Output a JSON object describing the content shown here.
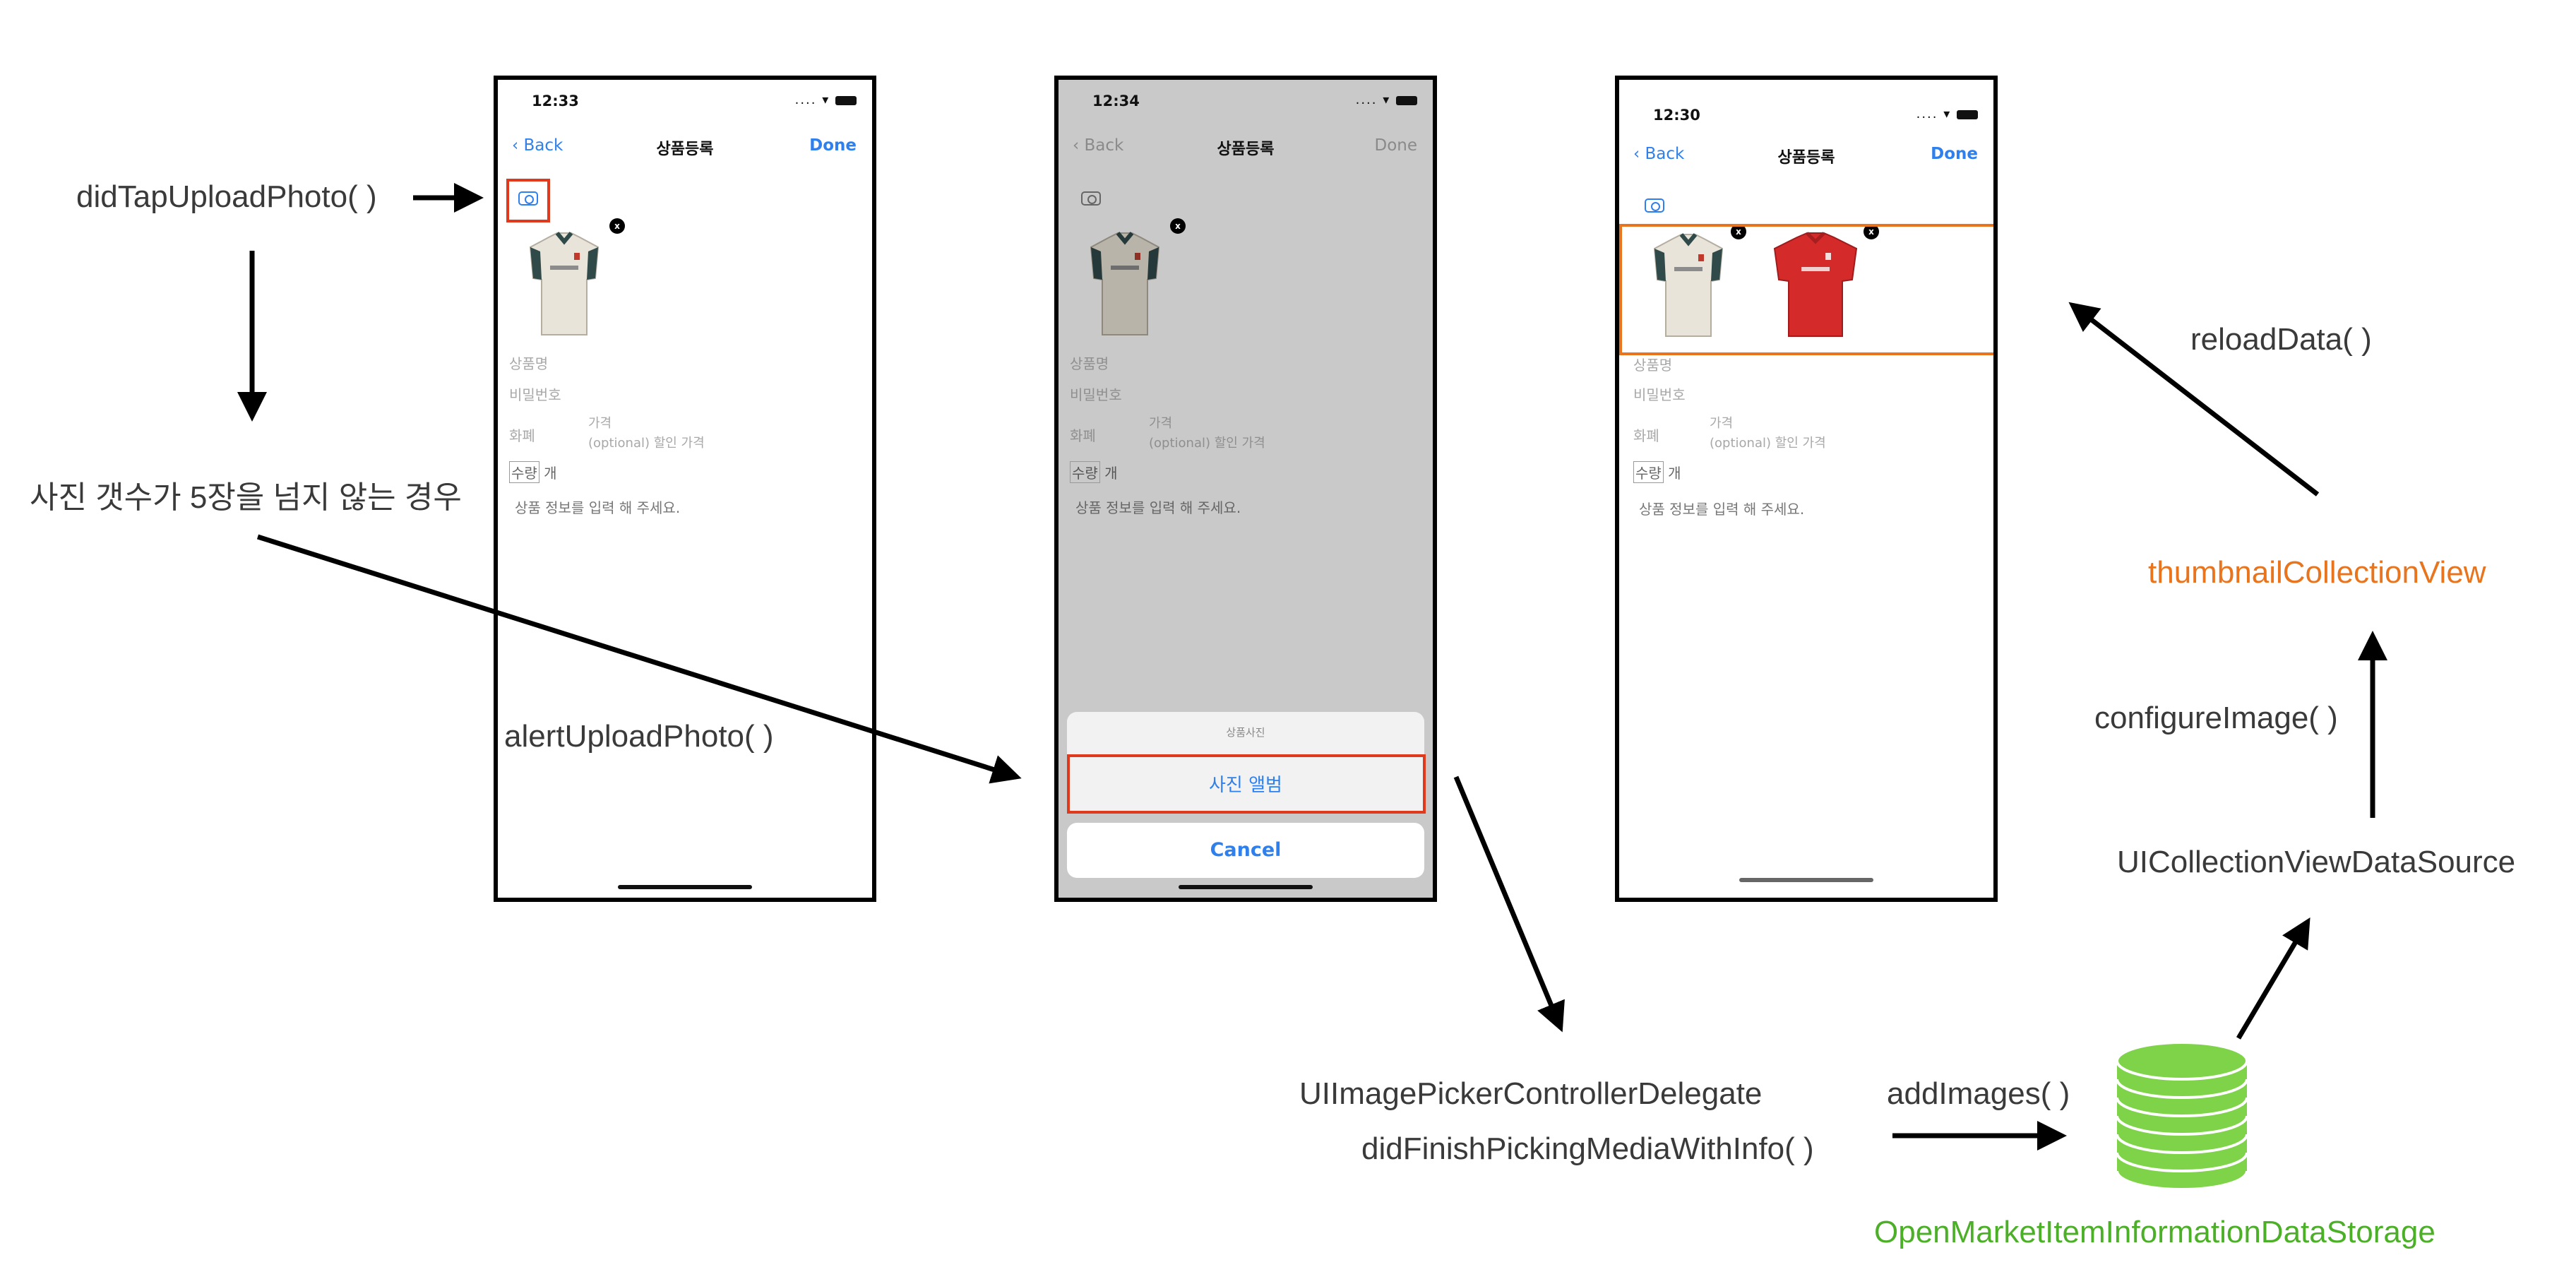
{
  "labels": {
    "did_tap_upload_photo": "didTapUploadPhoto( )",
    "condition_text": "사진 갯수가 5장을 넘지 않는 경우",
    "alert_upload_photo": "alertUploadPhoto( )",
    "picker_delegate": "UIImagePickerControllerDelegate",
    "did_finish_picking": "didFinishPickingMediaWithInfo( )",
    "add_images": "addImages( )",
    "data_storage": "OpenMarketItemInformationDataStorage",
    "data_source": "UICollectionViewDataSource",
    "configure_image": "configureImage( )",
    "thumbnail_collection_view": "thumbnailCollectionView",
    "reload_data": "reloadData( )"
  },
  "screens": [
    {
      "time": "12:33",
      "signal": "....",
      "back": "Back",
      "title": "상품등록",
      "done": "Done",
      "badge": "x",
      "product_name": "상품명",
      "password": "비밀번호",
      "currency": "화폐",
      "price": "가격",
      "discount": "(optional) 할인 가격",
      "qty": "수량",
      "qty_unit": "개",
      "description": "상품 정보를 입력 해 주세요."
    },
    {
      "time": "12:34",
      "signal": "....",
      "back": "Back",
      "title": "상품등록",
      "done": "Done",
      "badge": "x",
      "product_name": "상품명",
      "password": "비밀번호",
      "currency": "화폐",
      "price": "가격",
      "discount": "(optional) 할인 가격",
      "qty": "수량",
      "qty_unit": "개",
      "description": "상품 정보를 입력 해 주세요.",
      "sheet_title": "상품사진",
      "sheet_album": "사진 앨범",
      "sheet_cancel": "Cancel"
    },
    {
      "time": "12:30",
      "signal": "....",
      "back": "Back",
      "title": "상품등록",
      "done": "Done",
      "badge": "x",
      "product_name": "상품명",
      "password": "비밀번호",
      "currency": "화폐",
      "price": "가격",
      "discount": "(optional) 할인 가격",
      "qty": "수량",
      "qty_unit": "개",
      "description": "상품 정보를 입력 해 주세요."
    }
  ],
  "colors": {
    "highlight_red": "#e03a1e",
    "highlight_orange": "#e8741e",
    "storage_green": "#7ed348",
    "ios_blue": "#2f80ed"
  }
}
